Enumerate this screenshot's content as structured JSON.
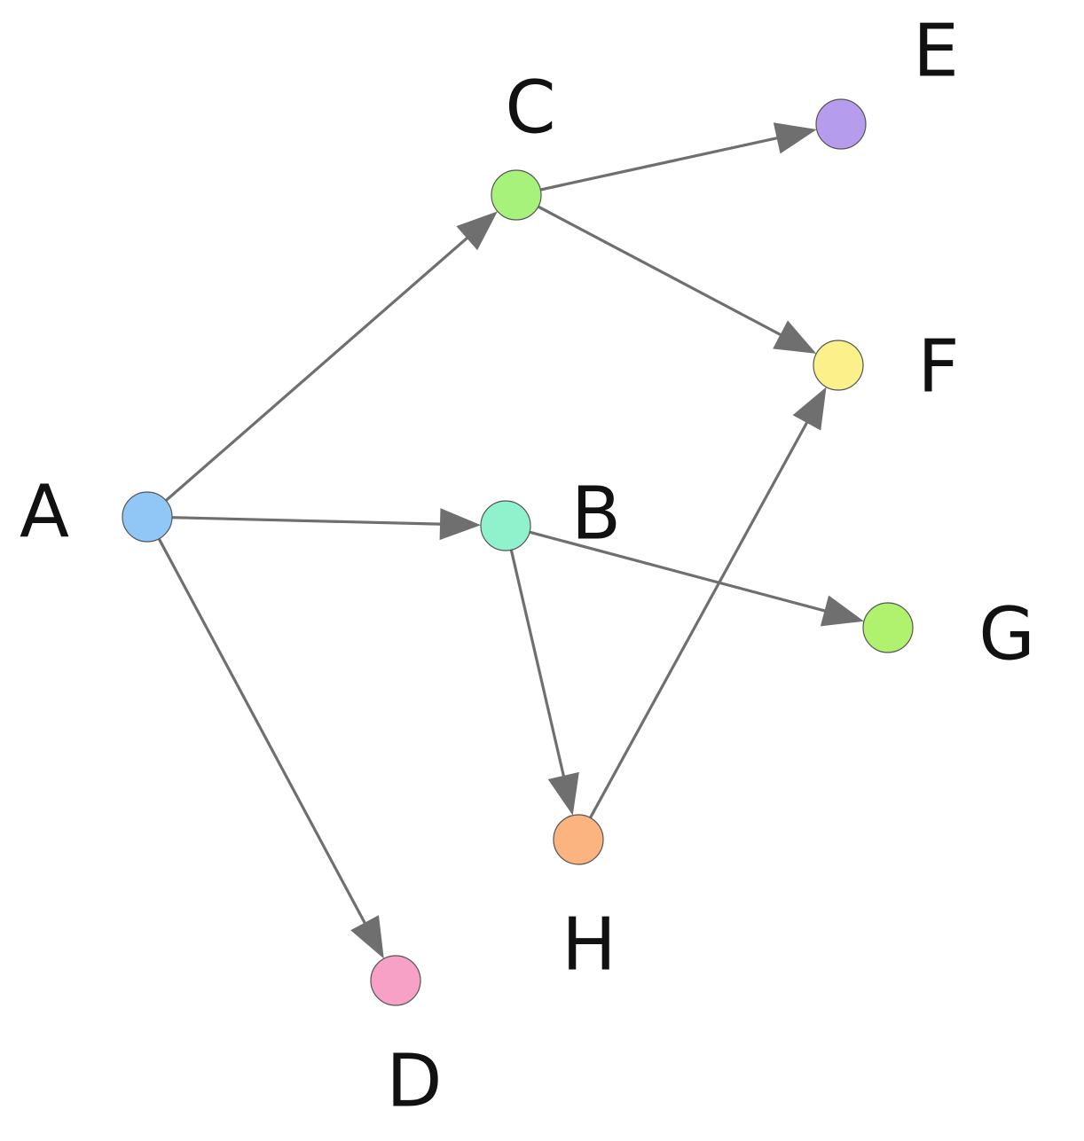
{
  "nodes": [
    {
      "id": "A",
      "label": "A",
      "color": "#90c7f7"
    },
    {
      "id": "B",
      "label": "B",
      "color": "#90f2cc"
    },
    {
      "id": "C",
      "label": "C",
      "color": "#a6f27a"
    },
    {
      "id": "D",
      "label": "D",
      "color": "#f7a1c7"
    },
    {
      "id": "E",
      "label": "E",
      "color": "#b69ced"
    },
    {
      "id": "F",
      "label": "F",
      "color": "#fbf08a"
    },
    {
      "id": "G",
      "label": "G",
      "color": "#b0f26e"
    },
    {
      "id": "H",
      "label": "H",
      "color": "#fbb380"
    }
  ],
  "edges": [
    {
      "from": "A",
      "to": "C"
    },
    {
      "from": "A",
      "to": "B"
    },
    {
      "from": "A",
      "to": "D"
    },
    {
      "from": "C",
      "to": "E"
    },
    {
      "from": "C",
      "to": "F"
    },
    {
      "from": "B",
      "to": "G"
    },
    {
      "from": "B",
      "to": "H"
    },
    {
      "from": "H",
      "to": "F"
    }
  ],
  "edge_color": "#6f6f6f"
}
